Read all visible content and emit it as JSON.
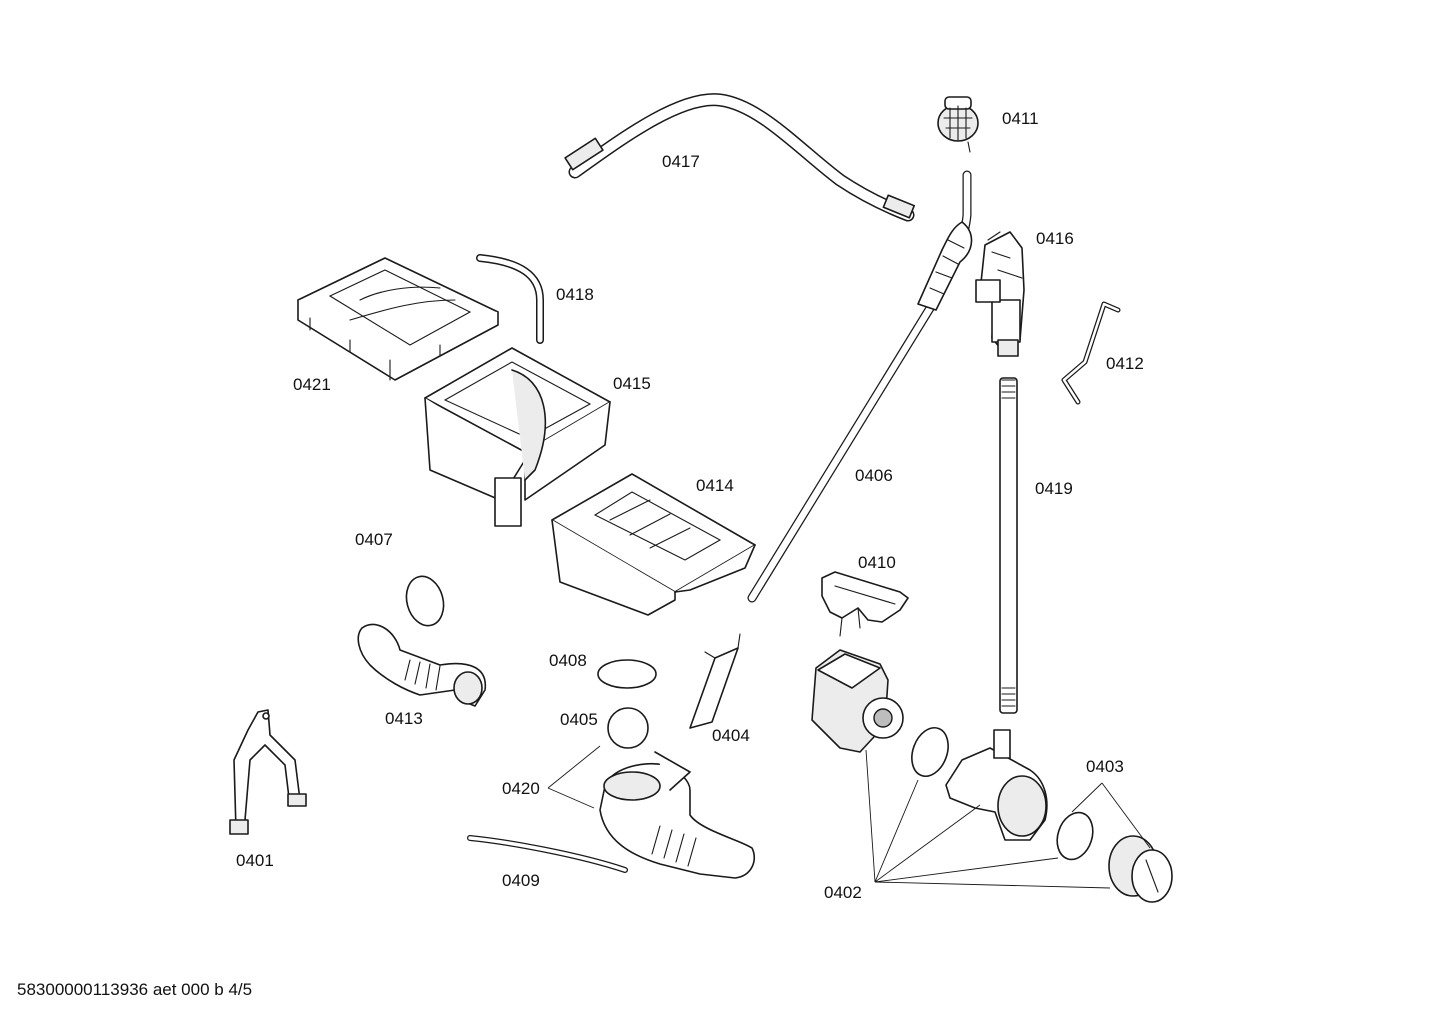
{
  "parts": [
    {
      "id": "p0401",
      "label": "0401"
    },
    {
      "id": "p0402",
      "label": "0402"
    },
    {
      "id": "p0403",
      "label": "0403"
    },
    {
      "id": "p0404",
      "label": "0404"
    },
    {
      "id": "p0405",
      "label": "0405"
    },
    {
      "id": "p0406",
      "label": "0406"
    },
    {
      "id": "p0407",
      "label": "0407"
    },
    {
      "id": "p0408",
      "label": "0408"
    },
    {
      "id": "p0409",
      "label": "0409"
    },
    {
      "id": "p0410",
      "label": "0410"
    },
    {
      "id": "p0411",
      "label": "0411"
    },
    {
      "id": "p0412",
      "label": "0412"
    },
    {
      "id": "p0413",
      "label": "0413"
    },
    {
      "id": "p0414",
      "label": "0414"
    },
    {
      "id": "p0415",
      "label": "0415"
    },
    {
      "id": "p0416",
      "label": "0416"
    },
    {
      "id": "p0417",
      "label": "0417"
    },
    {
      "id": "p0418",
      "label": "0418"
    },
    {
      "id": "p0419",
      "label": "0419"
    },
    {
      "id": "p0420",
      "label": "0420"
    },
    {
      "id": "p0421",
      "label": "0421"
    }
  ],
  "footer": "58300000113936 aet 000 b 4/5"
}
